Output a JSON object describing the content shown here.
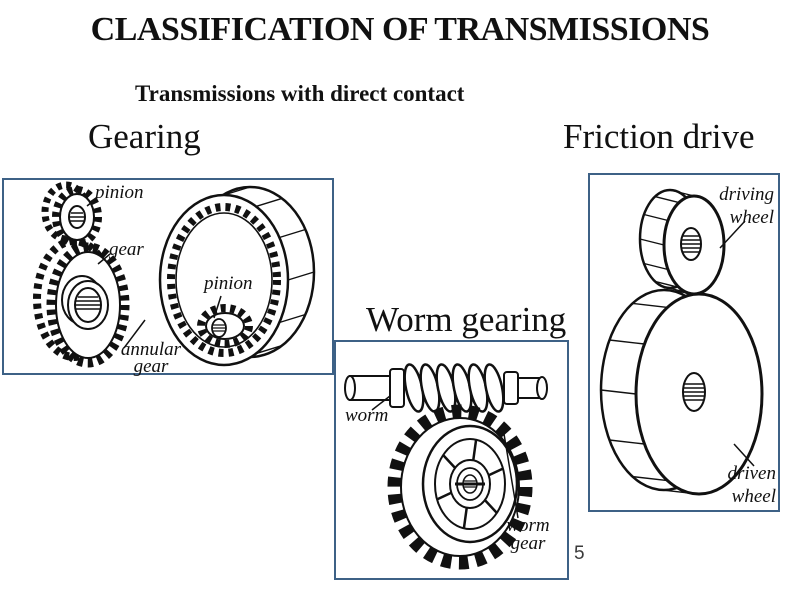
{
  "slide": {
    "title": "CLASSIFICATION OF TRANSMISSIONS",
    "subtitle": "Transmissions with direct contact",
    "page_number": "5"
  },
  "sections": {
    "gearing": {
      "heading": "Gearing",
      "labels": {
        "pinion_small": "pinion",
        "gear": "gear",
        "pinion_annular": "pinion",
        "annular_line1": "annular",
        "annular_line2": "gear"
      }
    },
    "worm_gearing": {
      "heading": "Worm gearing",
      "labels": {
        "worm": "worm",
        "worm_gear_line1": "worm",
        "worm_gear_line2": "gear"
      }
    },
    "friction_drive": {
      "heading": "Friction drive",
      "labels": {
        "driving_line1": "driving",
        "driving_line2": "wheel",
        "driven_line1": "driven",
        "driven_line2": "wheel"
      }
    }
  },
  "colors": {
    "frame_border": "#3d6186",
    "ink": "#111111",
    "background": "#ffffff"
  }
}
